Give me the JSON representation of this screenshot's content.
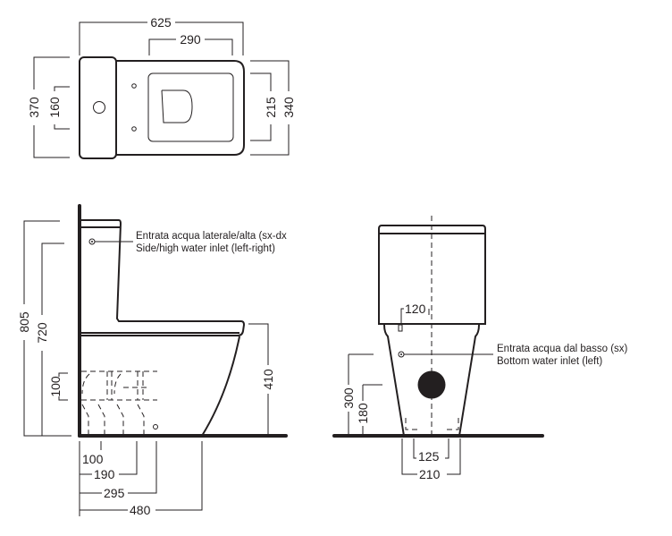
{
  "top_view": {
    "dims": {
      "overall_length": "625",
      "bowl_inner_length": "290",
      "tank_width": "370",
      "tank_inlet_spacing": "160",
      "inner_width": "215",
      "bowl_width": "340"
    }
  },
  "side_view": {
    "dims": {
      "total_height": "805",
      "inlet_height": "720",
      "outlet_height_range": "100",
      "seat_height": "410",
      "outlet_dist_1": "100",
      "outlet_dist_2": "190",
      "outlet_dist_3": "295",
      "depth": "480"
    },
    "inlet_note_it": "Entrata acqua laterale/alta (sx-dx",
    "inlet_note_en": "Side/high water inlet (left-right)"
  },
  "front_view": {
    "dims": {
      "inlet_offset": "120",
      "bottom_inlet_height": "300",
      "outlet_height": "180",
      "fixing_spacing": "125",
      "base_width": "210"
    },
    "inlet_note_it": "Entrata acqua dal basso (sx)",
    "inlet_note_en": "Bottom water inlet (left)"
  }
}
